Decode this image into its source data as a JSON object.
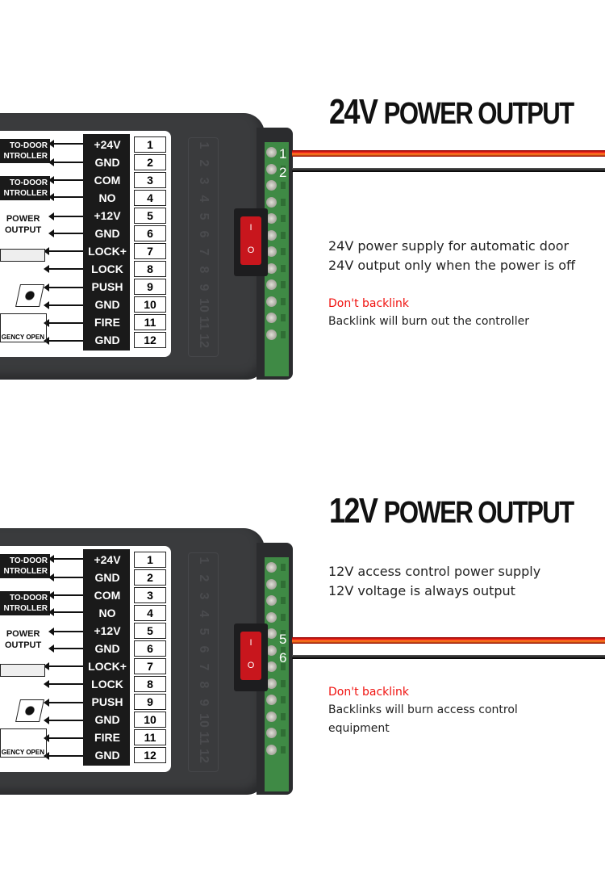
{
  "device": {
    "pins": [
      "+24V",
      "GND",
      "COM",
      "NO",
      "+12V",
      "GND",
      "LOCK+",
      "LOCK",
      "PUSH",
      "GND",
      "FIRE",
      "GND"
    ],
    "numbers": [
      "1",
      "2",
      "3",
      "4",
      "5",
      "6",
      "7",
      "8",
      "9",
      "10",
      "11",
      "12"
    ],
    "tag1": "TO-DOOR\nNTROLLER",
    "tag1_line1": "TO-DOOR",
    "tag1_line2": "NTROLLER",
    "power_line1": "POWER",
    "power_line2": "OUTPUT",
    "emergency": "GENCY OPEN",
    "switch_on": "I",
    "switch_off": "O"
  },
  "section1": {
    "heading_num": "24V",
    "heading_text": "POWER OUTPUT",
    "wire_labels": [
      "1",
      "2"
    ],
    "line1": "24V power supply for automatic door",
    "line2": "24V output only when the power is off",
    "warning": "Don't backlink",
    "warning_detail": "Backlink will burn out the controller"
  },
  "section2": {
    "heading_num": "12V",
    "heading_text": "POWER OUTPUT",
    "wire_labels": [
      "5",
      "6"
    ],
    "line1": "12V access control power supply",
    "line2": "12V voltage is always output",
    "warning": "Don't backlink",
    "warning_detail_1": "Backlinks will burn access control",
    "warning_detail_2": "equipment"
  },
  "colors": {
    "warning": "#f0120f",
    "terminal": "#3f8a45",
    "switch": "#c8161d"
  }
}
